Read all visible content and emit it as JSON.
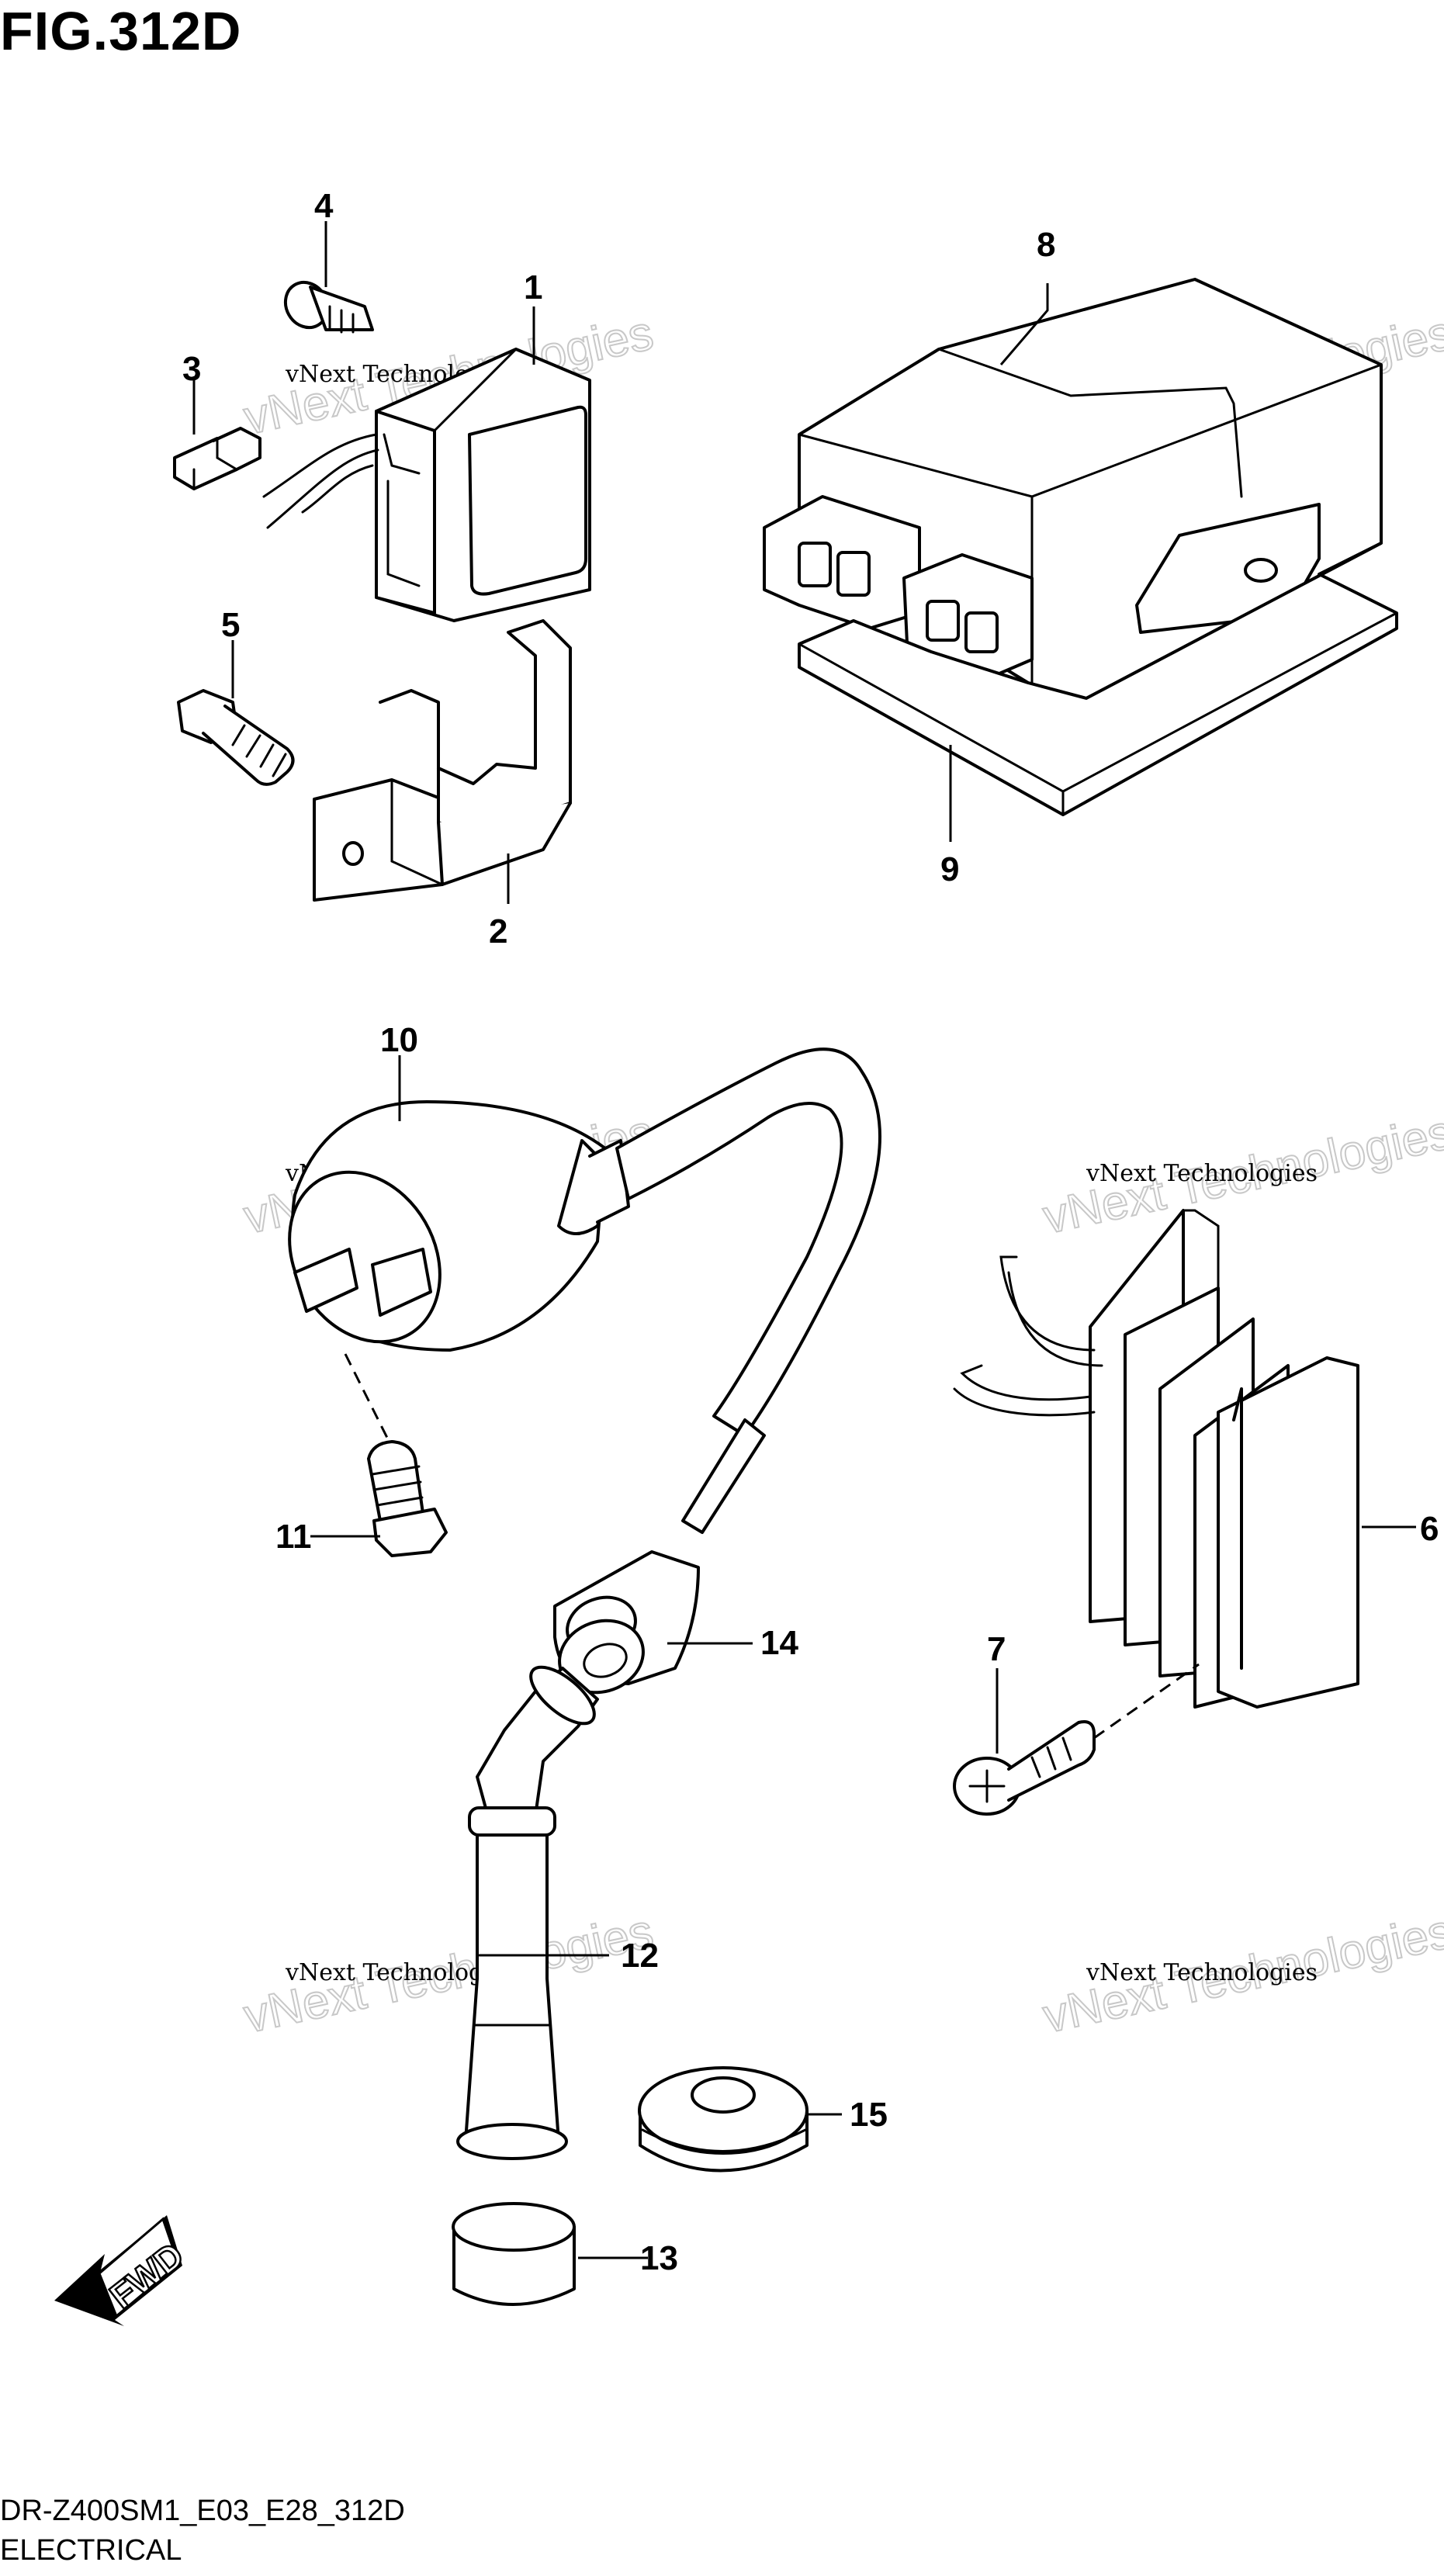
{
  "figure": {
    "title": "FIG.312D",
    "model_code": "DR-Z400SM1_E03_E28_312D",
    "section_name": "ELECTRICAL"
  },
  "direction_badge": {
    "label": "FWD"
  },
  "watermark": {
    "small_text": "vNext Technologies",
    "large_text": "vNext Technologies"
  },
  "callouts": [
    {
      "id": "1",
      "label": "1"
    },
    {
      "id": "2",
      "label": "2"
    },
    {
      "id": "3",
      "label": "3"
    },
    {
      "id": "4",
      "label": "4"
    },
    {
      "id": "5",
      "label": "5"
    },
    {
      "id": "6",
      "label": "6"
    },
    {
      "id": "7",
      "label": "7"
    },
    {
      "id": "8",
      "label": "8"
    },
    {
      "id": "9",
      "label": "9"
    },
    {
      "id": "10",
      "label": "10"
    },
    {
      "id": "11",
      "label": "11"
    },
    {
      "id": "12",
      "label": "12"
    },
    {
      "id": "13",
      "label": "13"
    },
    {
      "id": "14",
      "label": "14"
    },
    {
      "id": "15",
      "label": "15"
    }
  ]
}
